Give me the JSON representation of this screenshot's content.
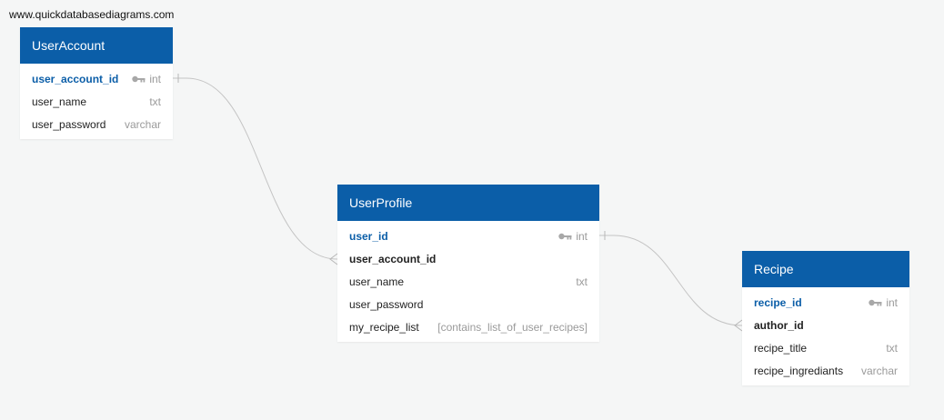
{
  "watermark": "www.quickdatabasediagrams.com",
  "tables": [
    {
      "id": "useraccount",
      "title": "UserAccount",
      "columns": [
        {
          "name": "user_account_id",
          "type": "int",
          "role": "pk"
        },
        {
          "name": "user_name",
          "type": "txt",
          "role": ""
        },
        {
          "name": "user_password",
          "type": "varchar",
          "role": ""
        }
      ]
    },
    {
      "id": "userprofile",
      "title": "UserProfile",
      "columns": [
        {
          "name": "user_id",
          "type": "int",
          "role": "pk"
        },
        {
          "name": "user_account_id",
          "type": "",
          "role": "fk"
        },
        {
          "name": "user_name",
          "type": "txt",
          "role": ""
        },
        {
          "name": "user_password",
          "type": "",
          "role": ""
        },
        {
          "name": "my_recipe_list",
          "type": "[contains_list_of_user_recipes]",
          "role": ""
        }
      ]
    },
    {
      "id": "recipe",
      "title": "Recipe",
      "columns": [
        {
          "name": "recipe_id",
          "type": "int",
          "role": "pk"
        },
        {
          "name": "author_id",
          "type": "",
          "role": "fk"
        },
        {
          "name": "recipe_title",
          "type": "txt",
          "role": ""
        },
        {
          "name": "recipe_ingrediants",
          "type": "varchar",
          "role": ""
        }
      ]
    }
  ],
  "relationships": [
    {
      "from": "UserAccount.user_account_id",
      "to": "UserProfile.user_account_id",
      "cardinality": "one-to-many"
    },
    {
      "from": "UserProfile.user_id",
      "to": "Recipe.author_id",
      "cardinality": "one-to-many"
    }
  ],
  "colors": {
    "header": "#0b5ea8",
    "background": "#f5f6f6",
    "primary_key": "#0b5ea8",
    "type_text": "#9a9a9a",
    "connector": "#c4c4c4"
  },
  "icons": {
    "primary_key": "key-icon"
  }
}
